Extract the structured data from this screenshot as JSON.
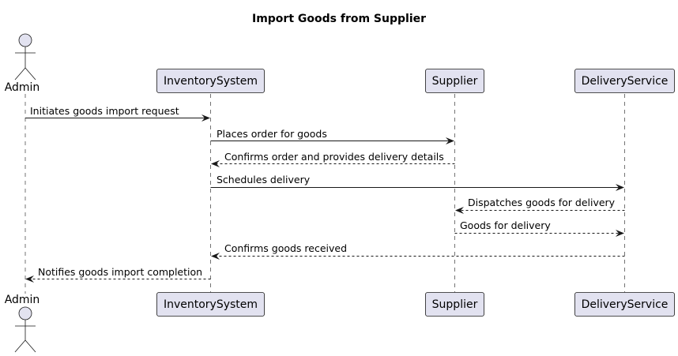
{
  "diagram": {
    "title": "Import Goods from Supplier",
    "participants": [
      {
        "id": "admin",
        "label": "Admin",
        "kind": "actor"
      },
      {
        "id": "inventory",
        "label": "InventorySystem",
        "kind": "participant"
      },
      {
        "id": "supplier",
        "label": "Supplier",
        "kind": "participant"
      },
      {
        "id": "delivery",
        "label": "DeliveryService",
        "kind": "participant"
      }
    ],
    "messages": [
      {
        "from": "admin",
        "to": "inventory",
        "label": "Initiates goods import request",
        "style": "solid"
      },
      {
        "from": "inventory",
        "to": "supplier",
        "label": "Places order for goods",
        "style": "solid"
      },
      {
        "from": "supplier",
        "to": "inventory",
        "label": "Confirms order and provides delivery details",
        "style": "dashed"
      },
      {
        "from": "inventory",
        "to": "delivery",
        "label": "Schedules delivery",
        "style": "solid"
      },
      {
        "from": "delivery",
        "to": "supplier",
        "label": "Dispatches goods for delivery",
        "style": "dashed"
      },
      {
        "from": "supplier",
        "to": "delivery",
        "label": "Goods for delivery",
        "style": "dashed"
      },
      {
        "from": "delivery",
        "to": "inventory",
        "label": "Confirms goods received",
        "style": "dashed"
      },
      {
        "from": "inventory",
        "to": "admin",
        "label": "Notifies goods import completion",
        "style": "dashed"
      }
    ]
  }
}
